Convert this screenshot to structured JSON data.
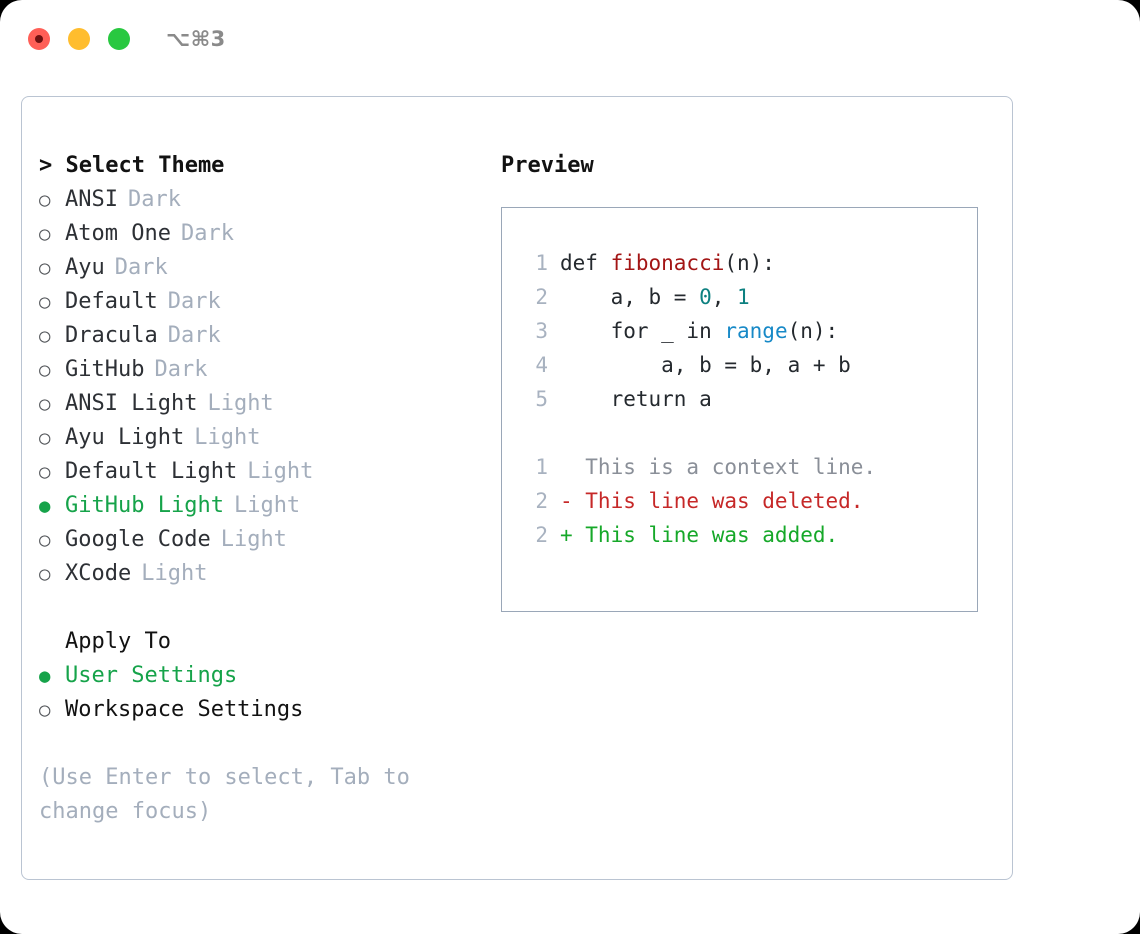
{
  "titlebar": {
    "shortcut": "⌥⌘3",
    "lights": [
      "close-button",
      "minimize-button",
      "maximize-button"
    ]
  },
  "theme_list": {
    "header": "> Select Theme",
    "items": [
      {
        "marker": "○",
        "name": "ANSI",
        "tag": "Dark",
        "selected": false
      },
      {
        "marker": "○",
        "name": "Atom One",
        "tag": "Dark",
        "selected": false
      },
      {
        "marker": "○",
        "name": "Ayu",
        "tag": "Dark",
        "selected": false
      },
      {
        "marker": "○",
        "name": "Default",
        "tag": "Dark",
        "selected": false
      },
      {
        "marker": "○",
        "name": "Dracula",
        "tag": "Dark",
        "selected": false
      },
      {
        "marker": "○",
        "name": "GitHub",
        "tag": "Dark",
        "selected": false
      },
      {
        "marker": "○",
        "name": "ANSI Light",
        "tag": "Light",
        "selected": false
      },
      {
        "marker": "○",
        "name": "Ayu Light",
        "tag": "Light",
        "selected": false
      },
      {
        "marker": "○",
        "name": "Default Light",
        "tag": "Light",
        "selected": false
      },
      {
        "marker": "●",
        "name": "GitHub Light",
        "tag": "Light",
        "selected": true
      },
      {
        "marker": "○",
        "name": "Google Code",
        "tag": "Light",
        "selected": false
      },
      {
        "marker": "○",
        "name": "XCode",
        "tag": "Light",
        "selected": false
      }
    ]
  },
  "apply_to": {
    "title": "Apply To",
    "items": [
      {
        "marker": "●",
        "name": "User Settings",
        "selected": true
      },
      {
        "marker": "○",
        "name": "Workspace Settings",
        "selected": false
      }
    ]
  },
  "hint": "(Use Enter to select, Tab to change focus)",
  "preview": {
    "title": "Preview",
    "code_lines": [
      {
        "number": "1",
        "tokens": [
          {
            "text": "def ",
            "type": "plain"
          },
          {
            "text": "fibonacci",
            "type": "fn"
          },
          {
            "text": "(n):",
            "type": "plain"
          }
        ]
      },
      {
        "number": "2",
        "tokens": [
          {
            "text": "    a, b = ",
            "type": "plain"
          },
          {
            "text": "0",
            "type": "num"
          },
          {
            "text": ", ",
            "type": "plain"
          },
          {
            "text": "1",
            "type": "num"
          }
        ]
      },
      {
        "number": "3",
        "tokens": [
          {
            "text": "    for _ in ",
            "type": "plain"
          },
          {
            "text": "range",
            "type": "call"
          },
          {
            "text": "(n):",
            "type": "plain"
          }
        ]
      },
      {
        "number": "4",
        "tokens": [
          {
            "text": "        a, b = b, a + b",
            "type": "plain"
          }
        ]
      },
      {
        "number": "5",
        "tokens": [
          {
            "text": "    return a",
            "type": "plain"
          }
        ]
      }
    ],
    "diff_lines": [
      {
        "number": "1",
        "text": "  This is a context line.",
        "type": "ctx"
      },
      {
        "number": "2",
        "text": "- This line was deleted.",
        "type": "del"
      },
      {
        "number": "2",
        "text": "+ This line was added.",
        "type": "add"
      }
    ]
  },
  "colors": {
    "accent_green": "#16a34a",
    "muted": "#a4aebc",
    "border": "#bac4d2",
    "preview_border": "#9aa7b8",
    "diff_add": "#16a829",
    "diff_del": "#c62828",
    "fn": "#a31515",
    "num": "#0d8080",
    "call": "#1789c7"
  }
}
